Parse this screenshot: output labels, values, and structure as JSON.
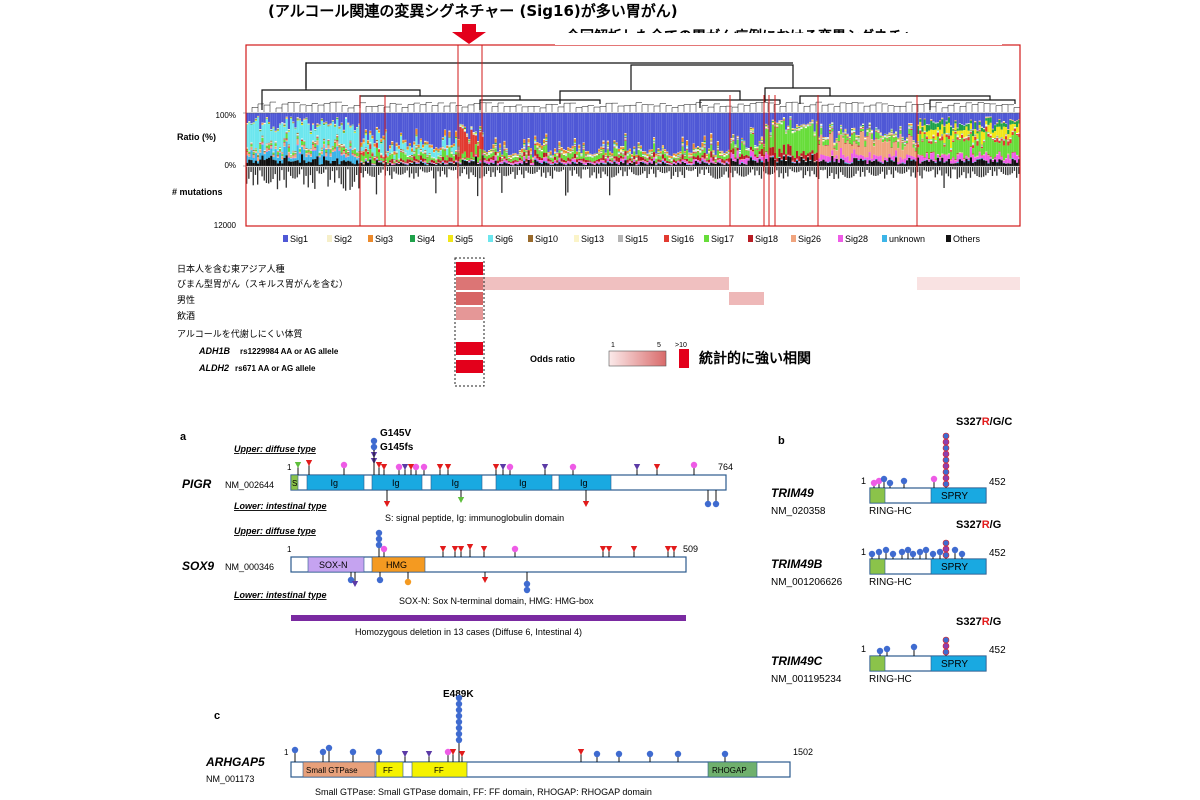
{
  "header": {
    "title": "(アルコール関連の変異シグネチャー (Sig16)が多い胃がん)",
    "subtitle": "今回解析した全ての胃がん症例における変異シグネチャー"
  },
  "colors": {
    "Sig1": "#4f58d6",
    "Sig2": "#f6efc9",
    "Sig3": "#ec8a2c",
    "Sig4": "#1fa14a",
    "Sig5": "#f1e619",
    "Sig6": "#6ce6ee",
    "Sig10": "#9a6b2c",
    "Sig13": "#fbf4c8",
    "Sig15": "#b5b5b5",
    "Sig16": "#e23a30",
    "Sig17": "#67dd3a",
    "Sig18": "#b91d24",
    "Sig26": "#f0a47e",
    "Sig28": "#ef5ce7",
    "unknown": "#3db5e8",
    "Others": "#111111",
    "frame_red": "#d11a1a",
    "odds_strong": "#e3001b",
    "domain_blue": "#19a9e1",
    "domain_green": "#8bc34a",
    "sox_n": "#c5a3f0",
    "hmg": "#f49a21",
    "ff": "#f5f200",
    "small_gtpase": "#e7a07a",
    "rhogap": "#6fb06d",
    "deletion_bar": "#7a2aa1",
    "lollipop_blue": "#3f6bd0",
    "lollipop_pink": "#ee5be6",
    "lollipop_red": "#e21b1b",
    "lollipop_purple": "#5b3aa6",
    "lollipop_green": "#5fbf3c"
  },
  "chart_data": [
    {
      "type": "bar",
      "name": "mutational signatures",
      "ylabel": "Ratio (%)",
      "ylabel2": "# mutations",
      "yticks": [
        "100%",
        "0%",
        "12000"
      ],
      "legend_position": "bottom",
      "series": [
        {
          "name": "Sig1"
        },
        {
          "name": "Sig2"
        },
        {
          "name": "Sig3"
        },
        {
          "name": "Sig4"
        },
        {
          "name": "Sig5"
        },
        {
          "name": "Sig6"
        },
        {
          "name": "Sig10"
        },
        {
          "name": "Sig13"
        },
        {
          "name": "Sig15"
        },
        {
          "name": "Sig16"
        },
        {
          "name": "Sig17"
        },
        {
          "name": "Sig18"
        },
        {
          "name": "Sig26"
        },
        {
          "name": "Sig28"
        },
        {
          "name": "unknown"
        },
        {
          "name": "Others"
        }
      ],
      "clusters": [
        {
          "index": 1,
          "mix": {
            "Sig6": 0.45,
            "unknown": 0.15,
            "Sig1": 0.2,
            "Sig26": 0.05,
            "Sig17": 0.05,
            "Others": 0.1
          }
        },
        {
          "index": 2,
          "mix": {
            "Sig1": 0.55,
            "Sig6": 0.2,
            "Sig17": 0.1,
            "Sig3": 0.05,
            "Sig16": 0.05,
            "Others": 0.05
          }
        },
        {
          "index": 3,
          "mix": {
            "Sig1": 0.6,
            "Sig6": 0.15,
            "Sig17": 0.1,
            "Sig18": 0.05,
            "Sig3": 0.05,
            "Others": 0.05
          }
        },
        {
          "index": 4,
          "mix": {
            "Sig16": 0.45,
            "Sig1": 0.35,
            "Sig17": 0.1,
            "Others": 0.1
          }
        },
        {
          "index": 5,
          "mix": {
            "Sig1": 0.75,
            "Sig17": 0.08,
            "Sig18": 0.05,
            "Sig3": 0.04,
            "Sig28": 0.03,
            "Others": 0.05
          }
        },
        {
          "index": 6,
          "mix": {
            "Sig1": 0.6,
            "Sig17": 0.15,
            "Sig28": 0.1,
            "Sig18": 0.05,
            "Others": 0.1
          }
        },
        {
          "index": 7,
          "mix": {
            "Sig17": 0.5,
            "Sig1": 0.3,
            "Sig28": 0.1,
            "Others": 0.1
          }
        },
        {
          "index": 8,
          "mix": {
            "Sig17": 0.45,
            "Sig1": 0.25,
            "Sig18": 0.15,
            "Others": 0.15
          }
        },
        {
          "index": 9,
          "mix": {
            "Sig1": 0.4,
            "Sig26": 0.3,
            "Sig17": 0.1,
            "Sig28": 0.1,
            "Others": 0.1
          }
        },
        {
          "index": 10,
          "mix": {
            "Sig17": 0.3,
            "Sig5": 0.15,
            "Sig1": 0.2,
            "Sig4": 0.1,
            "Sig28": 0.1,
            "Sig16": 0.05,
            "Others": 0.1
          }
        },
        {
          "index": 11,
          "mix": {
            "Sig1": 0.35,
            "unknown": 0.25,
            "Sig6": 0.15,
            "Sig17": 0.1,
            "Sig28": 0.05,
            "Others": 0.1
          }
        }
      ]
    },
    {
      "type": "heatmap",
      "name": "associations",
      "rows": [
        {
          "label": "日本人を含む東アジア人種",
          "style": "jp"
        },
        {
          "label": "びまん型胃がん（スキルス胃がんを含む）",
          "style": "jp"
        },
        {
          "label": "男性",
          "style": "jp"
        },
        {
          "label": "飲酒",
          "style": "jp"
        },
        {
          "label": "アルコールを代謝しにくい体質",
          "style": "jp"
        },
        {
          "label": "ADH1B",
          "label2": "rs1229984 AA or AG allele",
          "style": "gene"
        },
        {
          "label": "ALDH2",
          "label2": "rs671 AA or AG allele",
          "style": "gene"
        }
      ],
      "cells": [
        {
          "row": 0,
          "cluster": 4,
          "odds": 10
        },
        {
          "row": 1,
          "cluster": 4,
          "odds": 8
        },
        {
          "row": 1,
          "cluster": "4-7",
          "odds": 3.5
        },
        {
          "row": 2,
          "cluster": 4,
          "odds": 9
        },
        {
          "row": 2,
          "cluster": 8,
          "odds": 4
        },
        {
          "row": 1,
          "cluster": 11,
          "odds": 1.5
        },
        {
          "row": 3,
          "cluster": 4,
          "odds": 6
        },
        {
          "row": 5,
          "cluster": 4,
          "odds": 10
        },
        {
          "row": 6,
          "cluster": 4,
          "odds": 10
        }
      ],
      "scale": {
        "label": "Odds ratio",
        "ticks": [
          "1",
          "5",
          ">10"
        ],
        "note": "統計的に強い相関"
      }
    }
  ],
  "panels": {
    "a": {
      "label": "a",
      "pigr": {
        "gene": "PIGR",
        "refseq": "NM_002644",
        "start": "1",
        "length": "764",
        "upper": "Upper: diffuse type",
        "lower": "Lower: intestinal type",
        "callout1": "G145V",
        "callout2": "G145fs",
        "sig_domain": "S",
        "domain_label": "Ig",
        "legend": "S: signal peptide, Ig: immunoglobulin domain"
      },
      "sox9": {
        "gene": "SOX9",
        "refseq": "NM_000346",
        "start": "1",
        "length": "509",
        "upper": "Upper: diffuse type",
        "lower": "Lower: intestinal type",
        "dom1": "SOX-N",
        "dom2": "HMG",
        "legend": "SOX-N: Sox N-terminal domain, HMG: HMG-box",
        "deletion": "Homozygous deletion in 13 cases (Diffuse 6, Intestinal 4)"
      }
    },
    "b": {
      "label": "b",
      "proteins": [
        {
          "gene": "TRIM49",
          "refseq": "NM_020358",
          "start": "1",
          "length": "452",
          "hotspot": "S327",
          "aa_red": "R",
          "aa_rest": "/G/C",
          "d1": "RING-HC",
          "d2": "SPRY"
        },
        {
          "gene": "TRIM49B",
          "refseq": "NM_001206626",
          "start": "1",
          "length": "452",
          "hotspot": "S327",
          "aa_red": "R",
          "aa_rest": "/G",
          "d1": "RING-HC",
          "d2": "SPRY"
        },
        {
          "gene": "TRIM49C",
          "refseq": "NM_001195234",
          "start": "1",
          "length": "452",
          "hotspot": "S327",
          "aa_red": "R",
          "aa_rest": "/G",
          "d1": "RING-HC",
          "d2": "SPRY"
        }
      ]
    },
    "c": {
      "label": "c",
      "gene": "ARHGAP5",
      "refseq": "NM_001173",
      "start": "1",
      "length": "1502",
      "callout": "E489K",
      "d1": "Small GTPase",
      "d2": "FF",
      "d3": "FF",
      "d4": "RHOGAP",
      "legend": "Small GTPase: Small GTPase domain, FF: FF domain, RHOGAP: RHOGAP domain"
    }
  }
}
